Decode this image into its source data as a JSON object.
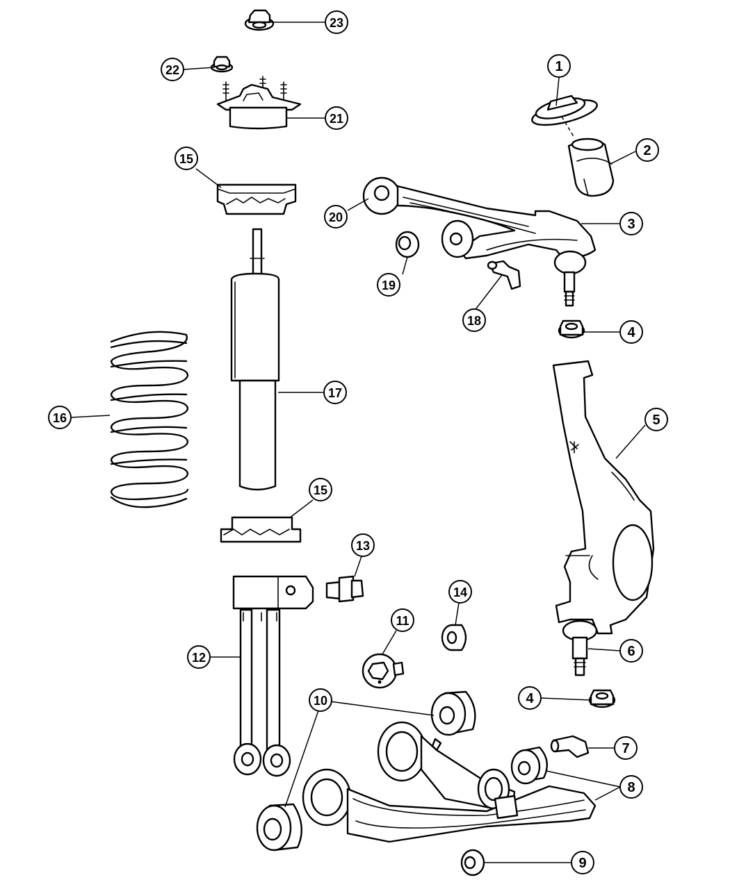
{
  "callouts": [
    {
      "id": "callout-1",
      "label": "1"
    },
    {
      "id": "callout-2",
      "label": "2"
    },
    {
      "id": "callout-3",
      "label": "3"
    },
    {
      "id": "callout-4a",
      "label": "4"
    },
    {
      "id": "callout-4b",
      "label": "4"
    },
    {
      "id": "callout-5",
      "label": "5"
    },
    {
      "id": "callout-6",
      "label": "6"
    },
    {
      "id": "callout-7",
      "label": "7"
    },
    {
      "id": "callout-8",
      "label": "8"
    },
    {
      "id": "callout-9",
      "label": "9"
    },
    {
      "id": "callout-10",
      "label": "10"
    },
    {
      "id": "callout-11",
      "label": "11"
    },
    {
      "id": "callout-12",
      "label": "12"
    },
    {
      "id": "callout-13",
      "label": "13"
    },
    {
      "id": "callout-14",
      "label": "14"
    },
    {
      "id": "callout-15a",
      "label": "15"
    },
    {
      "id": "callout-15b",
      "label": "15"
    },
    {
      "id": "callout-16",
      "label": "16"
    },
    {
      "id": "callout-17",
      "label": "17"
    },
    {
      "id": "callout-18",
      "label": "18"
    },
    {
      "id": "callout-19",
      "label": "19"
    },
    {
      "id": "callout-20",
      "label": "20"
    },
    {
      "id": "callout-21",
      "label": "21"
    },
    {
      "id": "callout-22",
      "label": "22"
    },
    {
      "id": "callout-23",
      "label": "23"
    }
  ]
}
